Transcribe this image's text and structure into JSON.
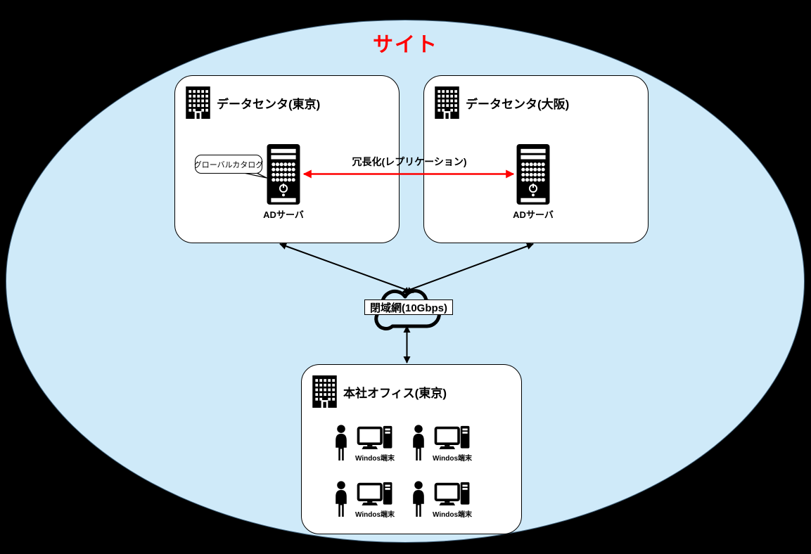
{
  "diagram": {
    "title": "サイト",
    "datacenters": [
      {
        "label": "データセンタ(東京)",
        "server_label": "ADサーバ",
        "callout": "グローバルカタログ"
      },
      {
        "label": "データセンタ(大阪)",
        "server_label": "ADサーバ"
      }
    ],
    "replication_label": "冗長化(レプリケーション)",
    "network_label": "閉域網(10Gbps)",
    "hq": {
      "label": "本社オフィス(東京)",
      "terminals": [
        "Windos端末",
        "Windos端末",
        "Windos端末",
        "Windos端末"
      ]
    }
  },
  "icons": {
    "building": "building-icon",
    "server": "server-tower-icon",
    "person": "person-icon",
    "desktop": "desktop-pc-icon",
    "cloud": "network-cloud-icon"
  },
  "colors": {
    "background": "#000000",
    "site_fill": "#cfeaf9",
    "site_border": "#3f607a",
    "box_fill": "#ffffff",
    "box_border": "#000000",
    "title_red": "#ff0000",
    "replication_arrow_red": "#ff0000",
    "connector_black": "#000000"
  }
}
